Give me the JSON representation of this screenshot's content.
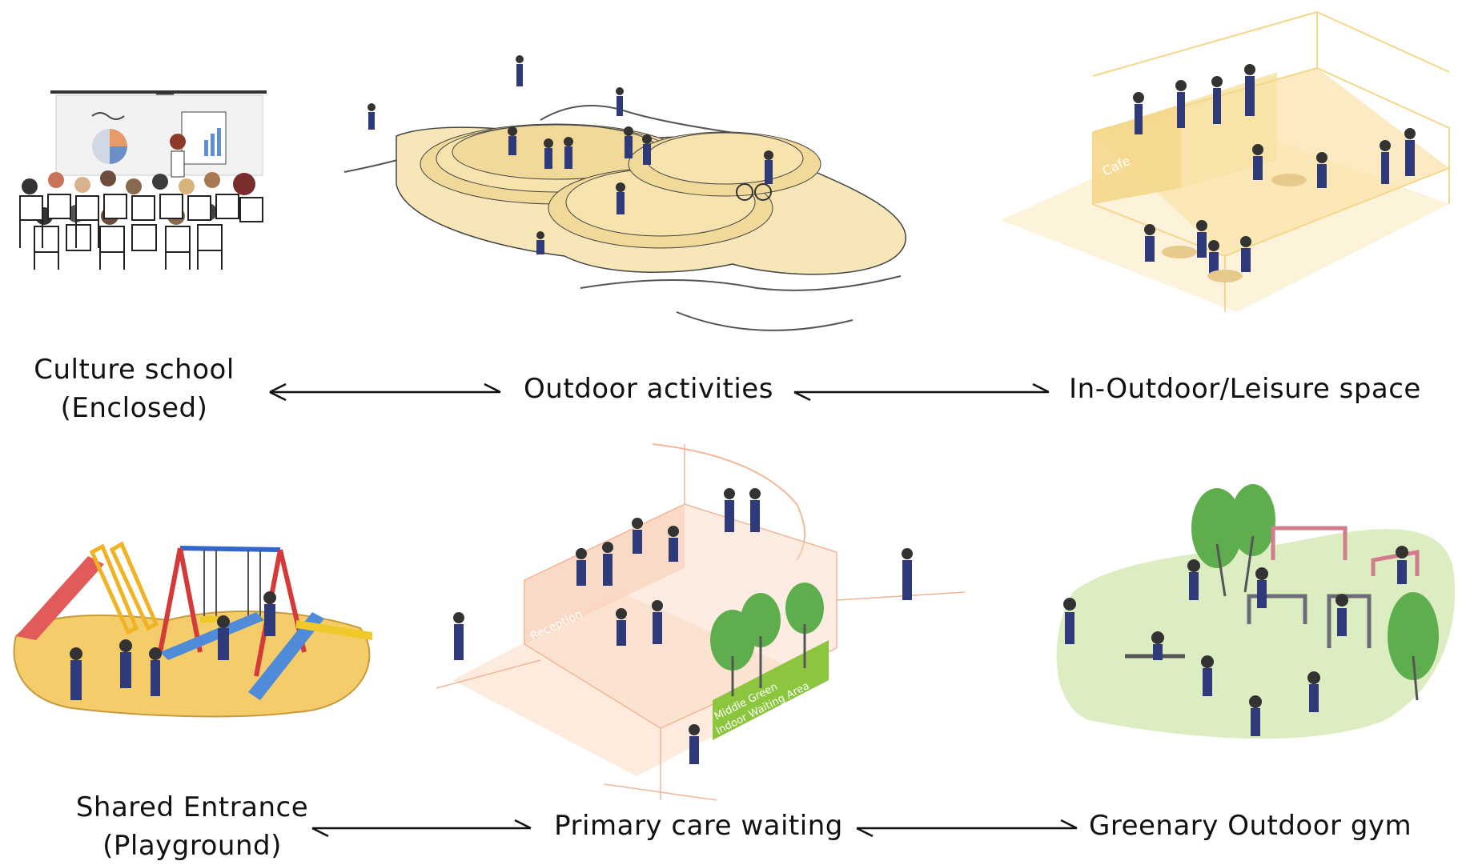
{
  "nodes": {
    "culture_school": {
      "line1": "Culture school",
      "line2": "(Enclosed)"
    },
    "outdoor_activities": {
      "line1": "Outdoor activities"
    },
    "leisure_space": {
      "line1": "In-Outdoor/Leisure space"
    },
    "shared_entrance": {
      "line1": "Shared Entrance",
      "line2": "(Playground)"
    },
    "primary_care": {
      "line1": "Primary care waiting"
    },
    "outdoor_gym": {
      "line1": "Greenary Outdoor gym"
    }
  },
  "illustration_text": {
    "cafe_sign": "Cafe",
    "reception_sign": "Reception",
    "green_sign_line1": "Middle Green",
    "green_sign_line2": "Indoor Waiting Area"
  },
  "colors": {
    "sand": "#f3dfa8",
    "sand_dark": "#e6c77d",
    "peach": "#fbe5d6",
    "peach_dark": "#f5cdb3",
    "green": "#8cc63f",
    "light_green": "#dcedc1",
    "tree_green": "#5fae4e"
  }
}
